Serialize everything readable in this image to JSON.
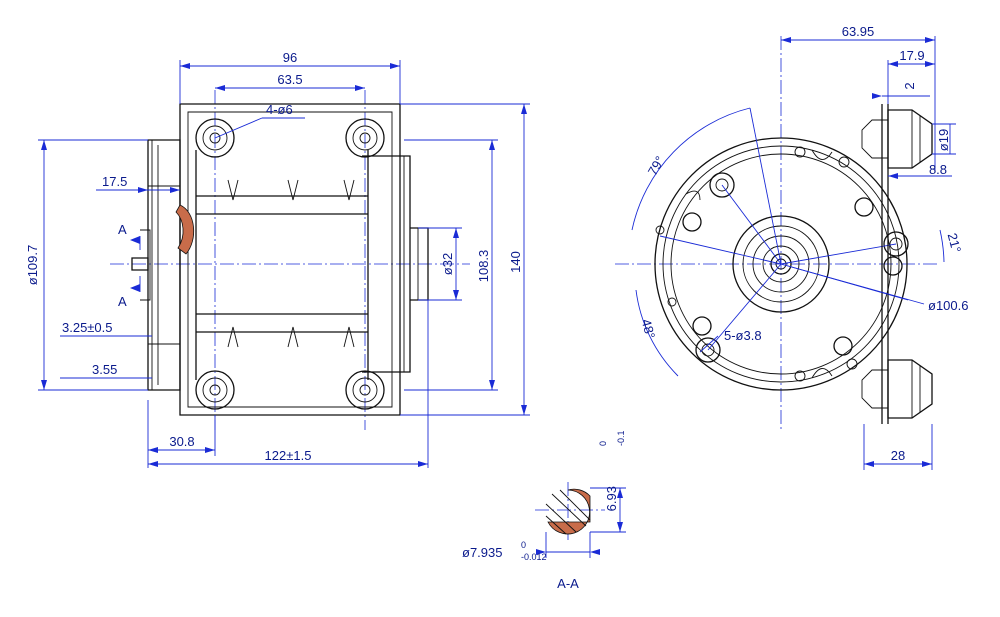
{
  "front_view": {
    "dimensions": {
      "overall_width": "96",
      "hole_spacing_h": "63.5",
      "holes": "4-ø6",
      "outer_diameter": "ø109.7",
      "step_17_5": "17.5",
      "offset_3_25": "3.25±0.5",
      "offset_3_55": "3.55",
      "shaft_diameter": "ø32",
      "hole_spacing_v": "108.3",
      "overall_height": "140",
      "base_30_8": "30.8",
      "overall_length": "122±1.5"
    },
    "section_marks": [
      "A",
      "A"
    ]
  },
  "side_view": {
    "dimensions": {
      "width_63_95": "63.95",
      "terminal_17_9": "17.9",
      "terminal_2": "2",
      "terminal_diameter": "ø19",
      "terminal_8_8": "8.8",
      "angle_79": "79°",
      "angle_21": "21°",
      "angle_48": "48°",
      "holes": "5-ø3.8",
      "pcd": "ø100.6",
      "terminal_28": "28"
    }
  },
  "section_view": {
    "flat": "6.93",
    "flat_tol_upper": "0",
    "flat_tol_lower": "-0.1",
    "shaft_diameter": "ø7.935",
    "shaft_tol_upper": "0",
    "shaft_tol_lower": "-0.012",
    "label": "A-A"
  }
}
